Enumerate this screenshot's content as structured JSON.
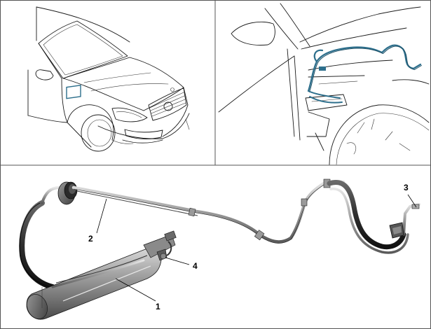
{
  "callouts": [
    "1",
    "2",
    "3",
    "4"
  ],
  "colors": {
    "line": "#1a1a1a",
    "highlight": "#2d6f8c",
    "highlight_dark": "#1c4f66",
    "component_fill": "#8c8c8c",
    "border": "#555555"
  }
}
